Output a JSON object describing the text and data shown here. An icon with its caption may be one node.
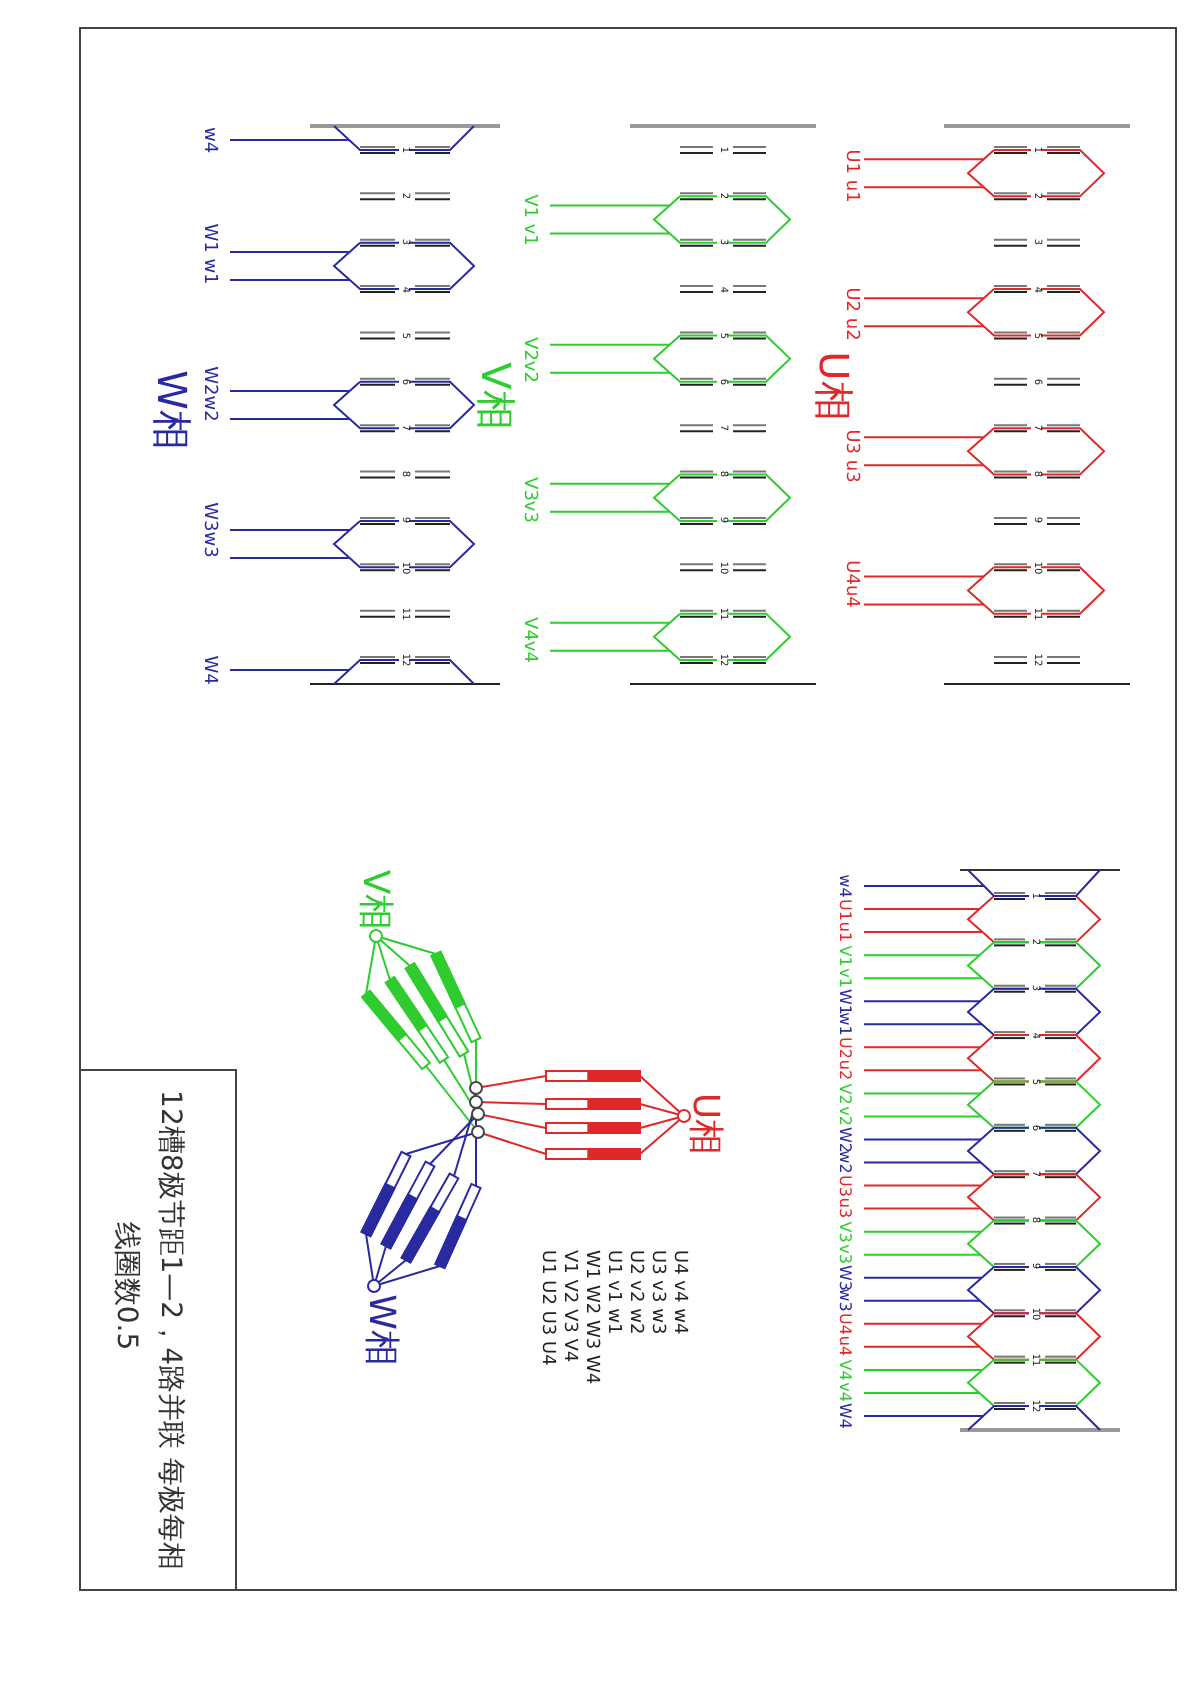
{
  "diagram": {
    "labels": [
      "12槽8极节距1—2，4路并联 每极每相",
      "线圈数0.5",
      "w4",
      "W1 w1",
      "W2w2",
      "W3w3",
      "W4",
      "W相",
      "1",
      "2",
      "3",
      "4",
      "5",
      "6",
      "7",
      "8",
      "9",
      "10",
      "11",
      "12",
      "V1 v1",
      "V2v2",
      "V3v3",
      "V4v4",
      "V相",
      "1",
      "2",
      "3",
      "4",
      "5",
      "6",
      "7",
      "8",
      "9",
      "10",
      "11",
      "12",
      "U1 u1",
      "U2 u2",
      "U3 u3",
      "U4u4",
      "U相",
      "1",
      "2",
      "3",
      "4",
      "5",
      "6",
      "7",
      "8",
      "9",
      "10",
      "11",
      "12",
      "V相",
      "U相",
      "W相",
      "U1 U2 U3 U4",
      "V1 V2 V3 V4",
      "W1 W2 W3 W4",
      "U1 v1 w1",
      "U2 v2 w2",
      "U3 v3 w3",
      "U4 v4 w4",
      "w4",
      "U1",
      "u1",
      "V1",
      "v1",
      "W1",
      "w1",
      "U2",
      "u2",
      "V2",
      "v2",
      "W2",
      "w2",
      "U3",
      "u3",
      "V3",
      "v3",
      "W3",
      "w3",
      "U4",
      "u4",
      "V4",
      "v4",
      "W4",
      "1",
      "2",
      "3",
      "4",
      "5",
      "6",
      "7",
      "8",
      "9",
      "10",
      "11",
      "12"
    ]
  }
}
